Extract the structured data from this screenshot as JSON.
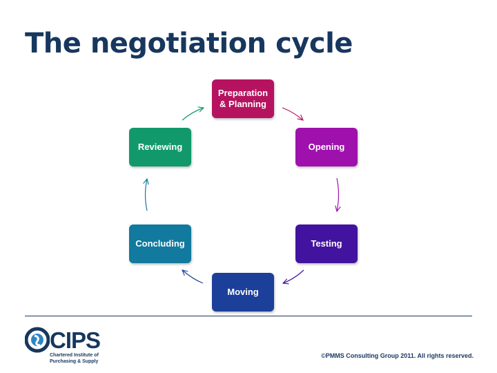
{
  "title": "The negotiation cycle",
  "stages": {
    "preparation": "Preparation\n& Planning",
    "opening": "Opening",
    "testing": "Testing",
    "moving": "Moving",
    "concluding": "Concluding",
    "reviewing": "Reviewing"
  },
  "colors": {
    "title": "#17375e",
    "preparation": "#b5135f",
    "opening": "#9e11ad",
    "testing": "#42139e",
    "moving": "#1c3f9a",
    "concluding": "#117a9e",
    "reviewing": "#11996b"
  },
  "logo": {
    "name": "CIPS",
    "line1": "Chartered Institute of",
    "line2": "Purchasing & Supply"
  },
  "footer": {
    "copyright": "©PMMS Consulting Group 2011.  All rights reserved."
  }
}
